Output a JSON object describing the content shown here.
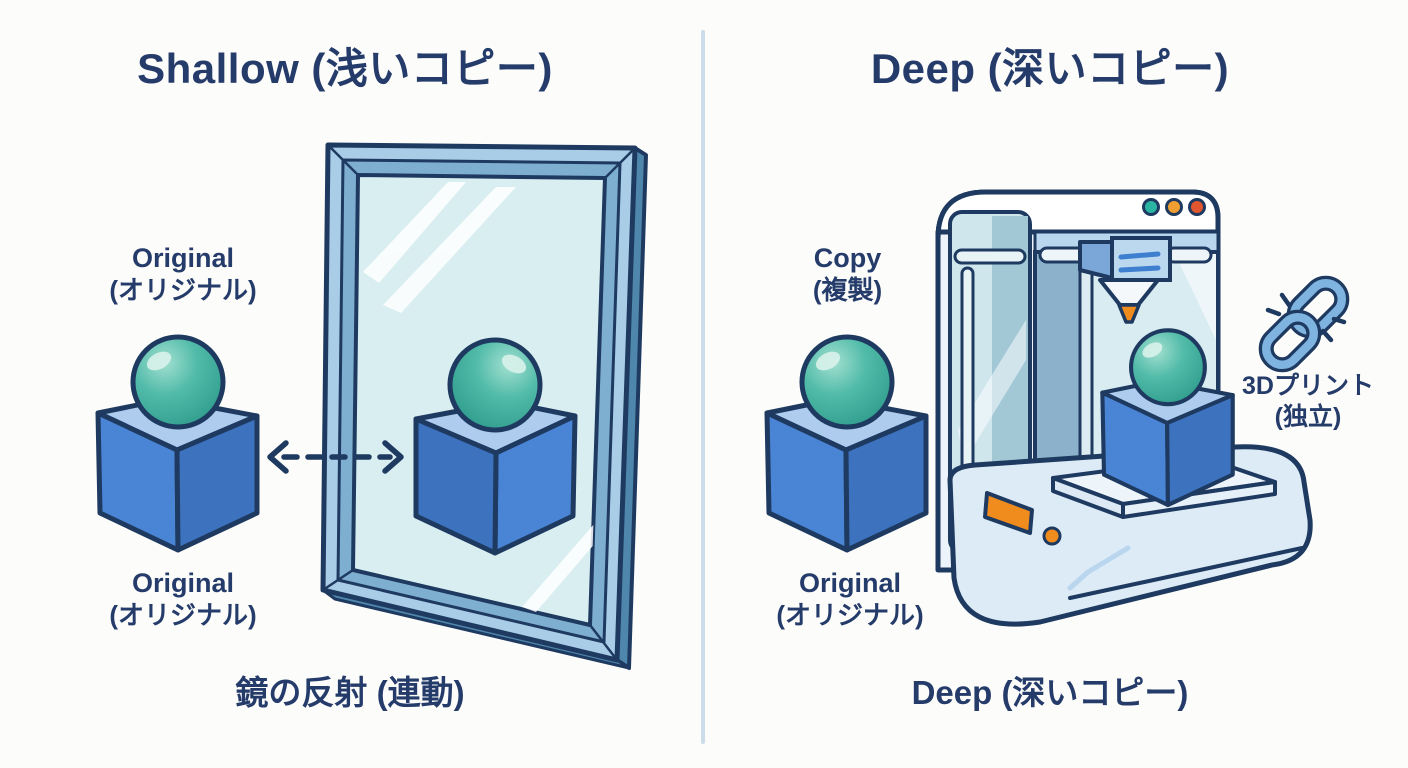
{
  "left_panel": {
    "title": "Shallow (浅いコピー)",
    "original_top": {
      "en": "Original",
      "ja": "(オリジナル)"
    },
    "original_bottom": {
      "en": "Original",
      "ja": "(オリジナル)"
    },
    "caption": "鏡の反射 (連動)"
  },
  "right_panel": {
    "title": "Deep (深いコピー)",
    "copy_label": {
      "en": "Copy",
      "ja": "(複製)"
    },
    "original_label": {
      "en": "Original",
      "ja": "(オリジナル)"
    },
    "print_label": {
      "line1": "3Dプリント",
      "line2": "(独立)"
    },
    "caption": "Deep (深いコピー)"
  },
  "icons": {
    "left": [
      "cube-sphere-original",
      "dashed-double-arrow",
      "mirror-with-reflection"
    ],
    "right": [
      "cube-sphere-original",
      "3d-printer",
      "printed-cube-sphere-copy",
      "broken-chain"
    ]
  },
  "colors": {
    "background": "#fcfcfa",
    "text_navy": "#253c6b",
    "outline_navy": "#1e3a60",
    "cube_left_face": "#4a84d4",
    "cube_right_face": "#3d72bf",
    "cube_top_face": "#aecdee",
    "sphere_teal": "#44b3a2",
    "mirror_frame": "#a9cde7",
    "mirror_bevel": "#7fafd0",
    "mirror_edge_dark": "#5e92b5",
    "glass": "#d9eef0",
    "divider": "#cddcea",
    "printer_body": "#ecf3fa",
    "printer_band": "#b9d6ee",
    "accent_orange": "#f08c1e",
    "indicator_teal": "#2bb3a3",
    "indicator_orange": "#f09d32",
    "indicator_red": "#e2562f",
    "chain_blue": "#7fb3e0"
  }
}
